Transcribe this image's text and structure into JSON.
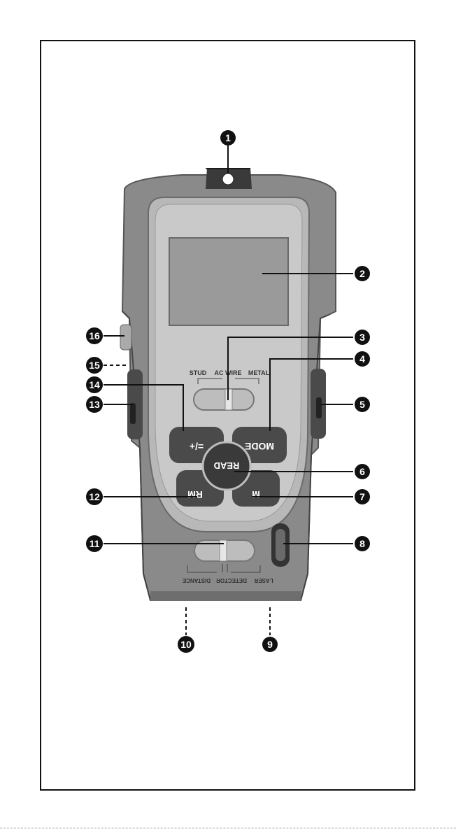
{
  "device_labels": {
    "switch_top_stud": "STUD",
    "switch_top_acwire": "AC WIRE",
    "switch_top_metal": "METAL",
    "switch_bottom_distance": "DISTANCE",
    "switch_bottom_detector": "DETECTOR",
    "switch_bottom_laser": "LASER"
  },
  "buttons": {
    "plus_equals": "=/+",
    "mode": "MODE",
    "read": "READ",
    "rm": "RM",
    "m": "M"
  },
  "callouts": [
    "1",
    "2",
    "3",
    "4",
    "5",
    "6",
    "7",
    "8",
    "9",
    "10",
    "11",
    "12",
    "13",
    "14",
    "15",
    "16"
  ],
  "colors": {
    "device_body": "#8a8a8a",
    "device_dark": "#555555",
    "callout_fill": "#111111",
    "screen": "#9a9a9a"
  }
}
